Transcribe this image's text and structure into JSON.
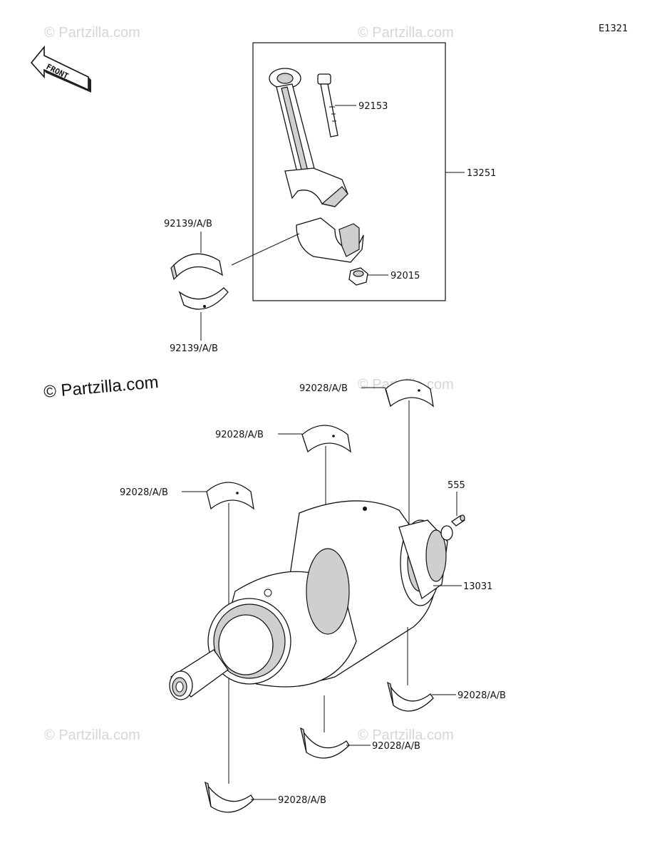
{
  "diagram": {
    "code": "E1321",
    "direction_label": "FRONT",
    "watermark_text": "© Partzilla.com",
    "main_watermark_text": "© Partzilla.com"
  },
  "callouts": {
    "bolt": "92153",
    "conrod_assy": "13251",
    "conrod_bearing_upper": "92139/A/B",
    "conrod_bearing_lower": "92139/A/B",
    "nut": "92015",
    "main_bearing_1": "92028/A/B",
    "main_bearing_2": "92028/A/B",
    "main_bearing_3": "92028/A/B",
    "pin": "555",
    "crankshaft": "13031",
    "main_bearing_4": "92028/A/B",
    "main_bearing_5": "92028/A/B",
    "main_bearing_6": "92028/A/B"
  },
  "colors": {
    "ink": "#111111",
    "shade": "#cfcfcf",
    "watermark": "#d6d6d6"
  }
}
